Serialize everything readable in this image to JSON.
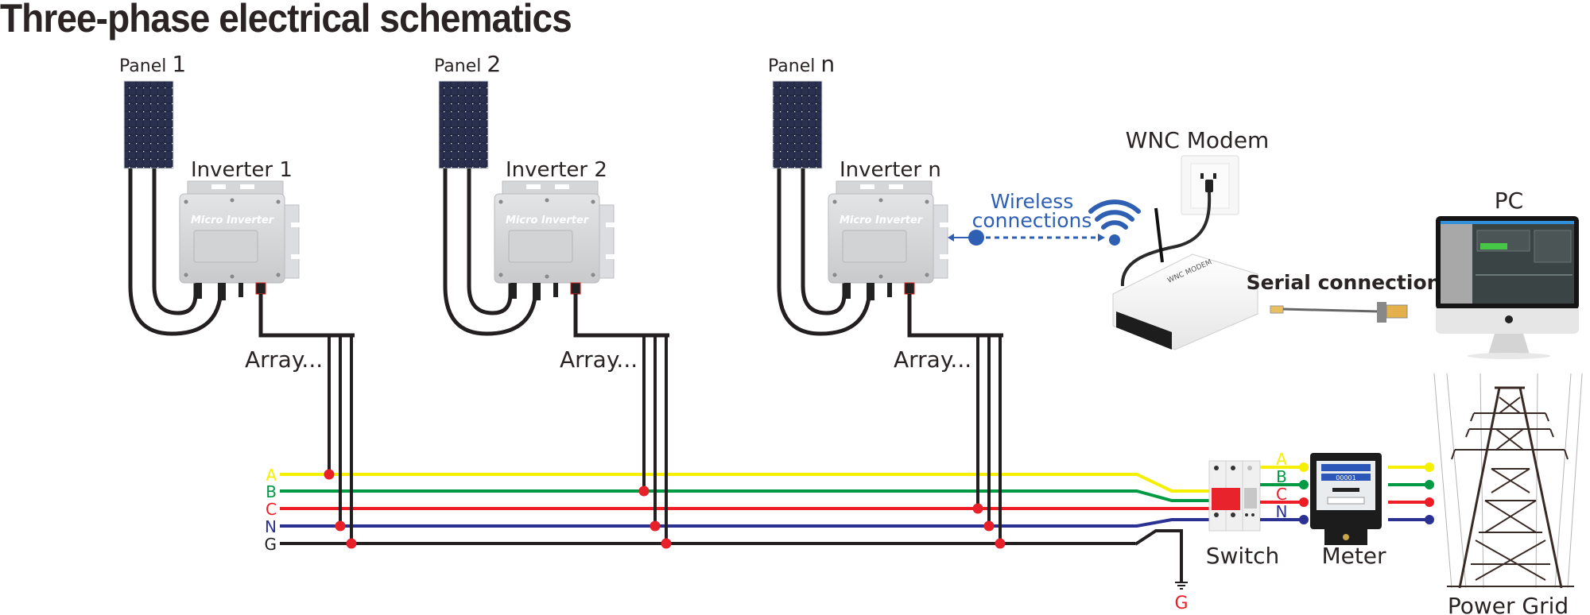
{
  "title": "Three-phase electrical schematics",
  "arrays": [
    {
      "panel_label": "Panel",
      "panel_num": "1",
      "inverter_label": "Inverter 1",
      "device_text": "Micro Inverter",
      "array_label": "Array...",
      "tap_bus": "A"
    },
    {
      "panel_label": "Panel",
      "panel_num": "2",
      "inverter_label": "Inverter 2",
      "device_text": "Micro Inverter",
      "array_label": "Array...",
      "tap_bus": "B"
    },
    {
      "panel_label": "Panel",
      "panel_num": "n",
      "inverter_label": "Inverter n",
      "device_text": "Micro Inverter",
      "array_label": "Array...",
      "tap_bus": "C"
    }
  ],
  "wireless": {
    "line1": "Wireless",
    "line2": "connections"
  },
  "modem": {
    "label": "WNC Modem",
    "brand": "WNC MODEM"
  },
  "serial": {
    "label": "Serial connection"
  },
  "pc": {
    "label": "PC"
  },
  "buses": [
    {
      "label": "A",
      "color": "#f5ef00"
    },
    {
      "label": "B",
      "color": "#009a44"
    },
    {
      "label": "C",
      "color": "#ee1c25"
    },
    {
      "label": "N",
      "color": "#2b3192"
    },
    {
      "label": "G",
      "color": "#231f20"
    }
  ],
  "ground": {
    "label": "G"
  },
  "switch": {
    "label": "Switch"
  },
  "meter": {
    "label": "Meter",
    "reading": "00001"
  },
  "grid": {
    "label": "Power Grid"
  },
  "colors": {
    "wireless": "#2f5fb3",
    "junction": "#e8202a",
    "wire": "#231f20",
    "text": "#2b2424"
  }
}
